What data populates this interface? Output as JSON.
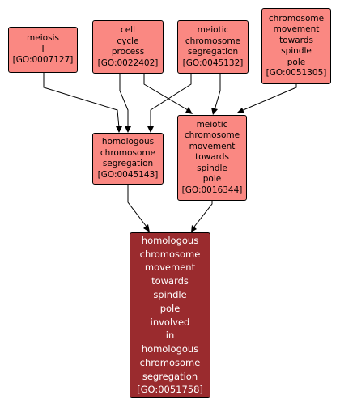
{
  "nodes": {
    "meiosis_i": {
      "lines": [
        "meiosis",
        "I"
      ],
      "go_id": "[GO:0007127]"
    },
    "cell_cycle_process": {
      "lines": [
        "cell",
        "cycle",
        "process"
      ],
      "go_id": "[GO:0022402]"
    },
    "meiotic_chromosome_segregation": {
      "lines": [
        "meiotic",
        "chromosome",
        "segregation"
      ],
      "go_id": "[GO:0045132]"
    },
    "chromosome_movement_towards_spindle_pole": {
      "lines": [
        "chromosome",
        "movement",
        "towards",
        "spindle",
        "pole"
      ],
      "go_id": "[GO:0051305]"
    },
    "homologous_chromosome_segregation": {
      "lines": [
        "homologous",
        "chromosome",
        "segregation"
      ],
      "go_id": "[GO:0045143]"
    },
    "meiotic_chromosome_movement_towards_spindle_pole": {
      "lines": [
        "meiotic",
        "chromosome",
        "movement",
        "towards",
        "spindle",
        "pole"
      ],
      "go_id": "[GO:0016344]"
    },
    "target": {
      "lines": [
        "homologous",
        "chromosome",
        "movement",
        "towards",
        "spindle",
        "pole",
        "involved",
        "in",
        "homologous",
        "chromosome",
        "segregation"
      ],
      "go_id": "[GO:0051758]"
    }
  },
  "edges": [
    {
      "from": "meiosis_i",
      "to": "homologous_chromosome_segregation"
    },
    {
      "from": "cell_cycle_process",
      "to": "homologous_chromosome_segregation"
    },
    {
      "from": "cell_cycle_process",
      "to": "meiotic_chromosome_movement_towards_spindle_pole"
    },
    {
      "from": "meiotic_chromosome_segregation",
      "to": "homologous_chromosome_segregation"
    },
    {
      "from": "meiotic_chromosome_segregation",
      "to": "meiotic_chromosome_movement_towards_spindle_pole"
    },
    {
      "from": "chromosome_movement_towards_spindle_pole",
      "to": "meiotic_chromosome_movement_towards_spindle_pole"
    },
    {
      "from": "homologous_chromosome_segregation",
      "to": "target"
    },
    {
      "from": "meiotic_chromosome_movement_towards_spindle_pole",
      "to": "target"
    }
  ],
  "colors": {
    "parent_fill": "#fa8882",
    "target_fill": "#9a2b2e",
    "target_text": "#ffffff",
    "edge": "#000000"
  }
}
